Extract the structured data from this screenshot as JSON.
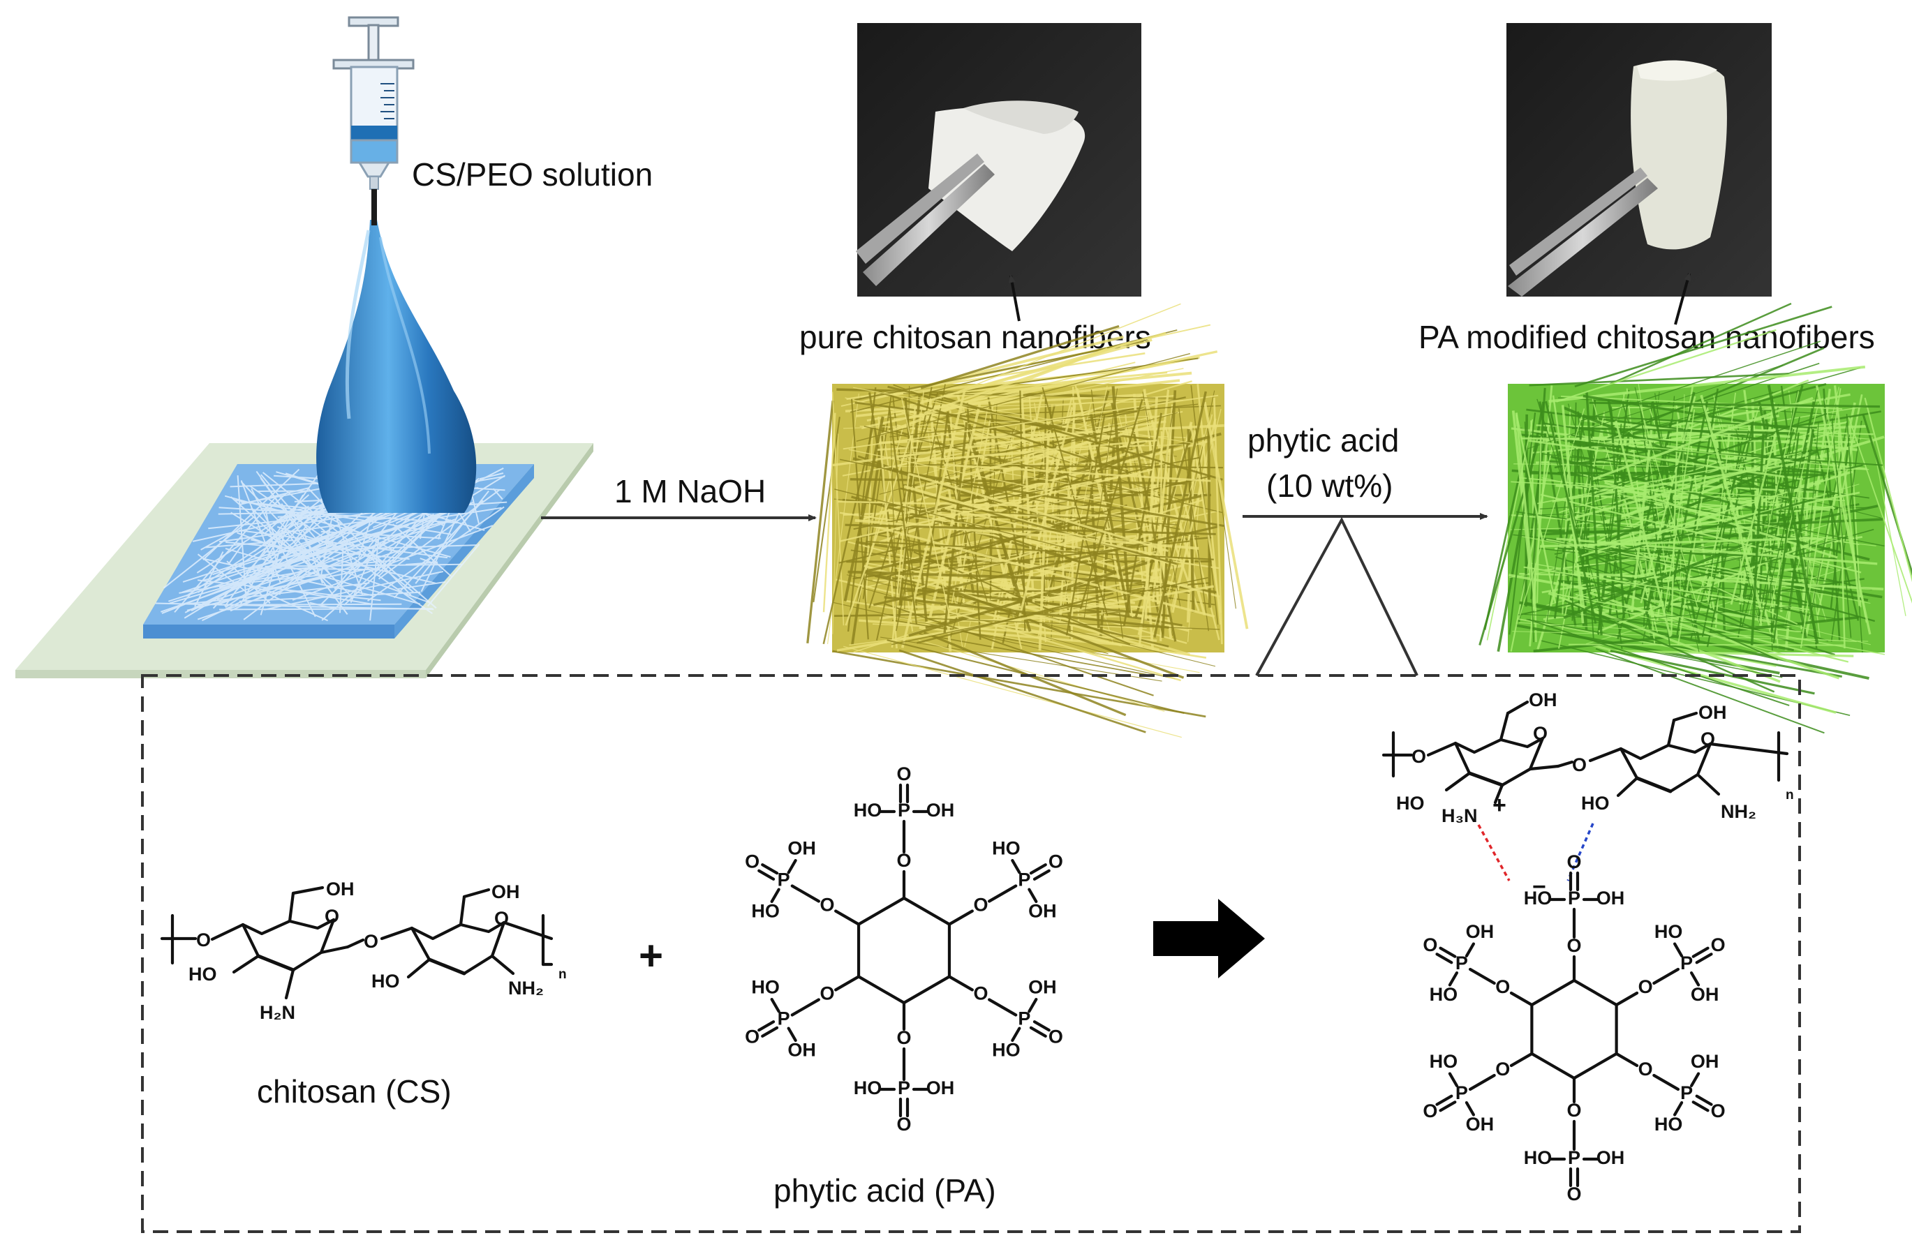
{
  "labels": {
    "solution": "CS/PEO solution",
    "naoh": "1 M NaOH",
    "pure_fibers": "pure chitosan nanofibers",
    "pa_reagent_line1": "phytic acid",
    "pa_reagent_line2": "(10 wt%)",
    "pa_fibers": "PA modified chitosan nanofibers",
    "chitosan_name": "chitosan (CS)",
    "phytic_name": "phytic acid (PA)",
    "plus": "+"
  },
  "chem": {
    "oh": "OH",
    "ho": "HO",
    "o": "O",
    "p": "P",
    "h2n": "H₂N",
    "nh2": "NH₂",
    "h3n": "H₃N",
    "n_sub": "n",
    "charge_plus": "+",
    "charge_minus": "−"
  },
  "colors": {
    "fiber_yellow": "#c9bd4a",
    "fiber_green": "#6cc43a",
    "fiber_blue": "#4a90d9",
    "substrate": "#dde9d5",
    "hbond_red": "#e0262a",
    "hbond_blue": "#2646c8"
  },
  "icons": [
    "syringe-icon",
    "electrospun-jet-icon",
    "fiber-mat-icon",
    "reaction-arrow-icon"
  ]
}
